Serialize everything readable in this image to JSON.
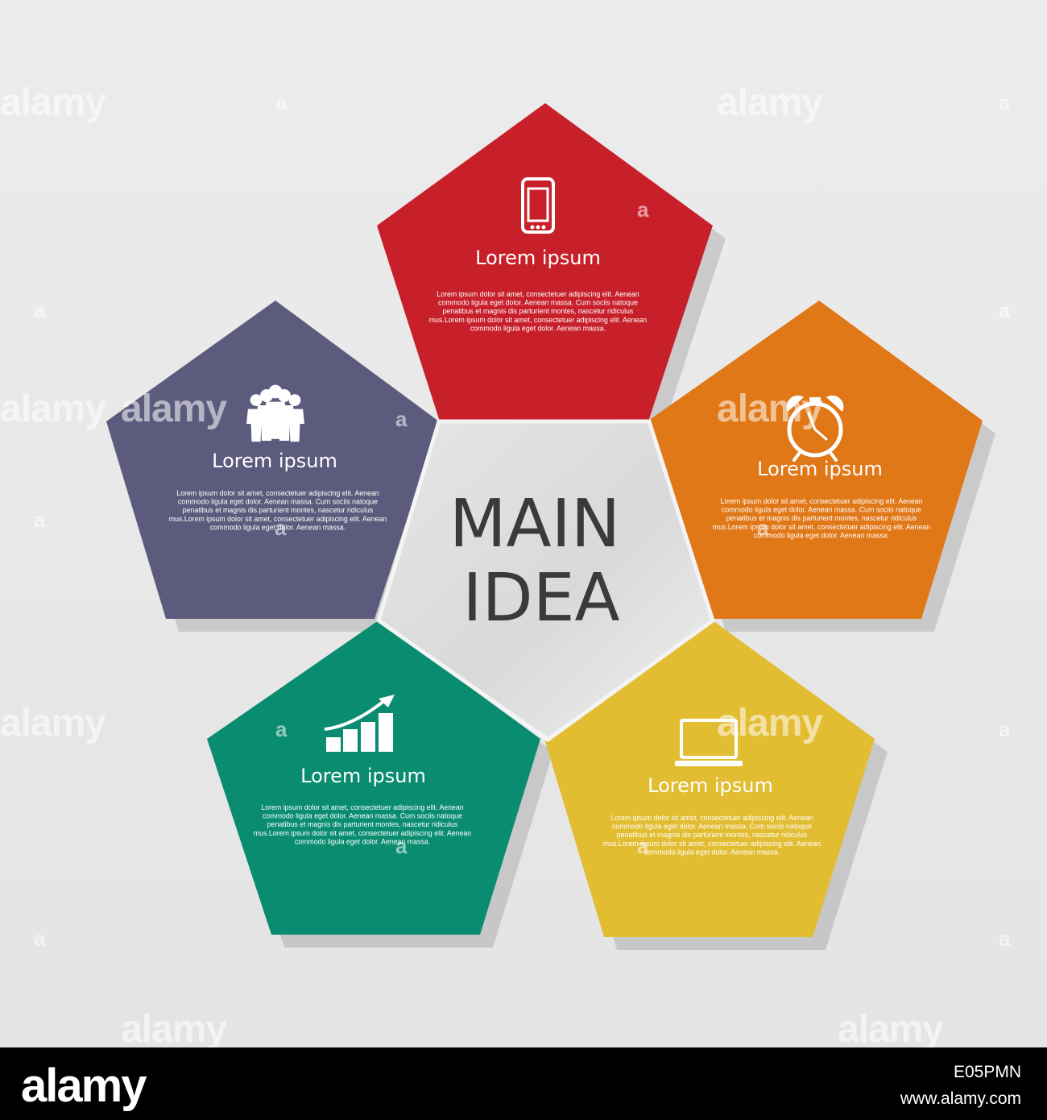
{
  "center": {
    "line1": "MAIN",
    "line2": "IDEA",
    "fill": "#dcdcdc",
    "text_color": "#3a3a3a"
  },
  "petals": [
    {
      "id": "top",
      "color": "#c8202a",
      "icon": "smartphone-icon",
      "title": "Lorem ipsum",
      "body": [
        "Lorem ipsum dolor sit amet, consectetuer adipiscing elit. Aenean",
        "commodo ligula eget dolor. Aenean massa. Cum sociis natoque",
        "penatibus et magnis dis parturient montes, nascetur ridiculus",
        "mus.Lorem ipsum dolor sit amet, consectetuer adipiscing elit. Aenean",
        "commodo ligula eget dolor. Aenean massa."
      ]
    },
    {
      "id": "right",
      "color": "#e07818",
      "icon": "alarm-clock-icon",
      "title": "Lorem ipsum",
      "body": [
        "Lorem ipsum dolor sit amet, consectetuer adipiscing elit. Aenean",
        "commodo ligula eget dolor. Aenean massa. Cum sociis natoque",
        "penatibus et magnis dis parturient montes, nascetur ridiculus",
        "mus.Lorem ipsum dolor sit amet, consectetuer adipiscing elit. Aenean",
        "commodo ligula eget dolor. Aenean massa."
      ]
    },
    {
      "id": "bottom-right",
      "color": "#e2bd32",
      "icon": "laptop-icon",
      "title": "Lorem ipsum",
      "body": [
        "Lorem ipsum dolor sit amet, consectetuer adipiscing elit. Aenean",
        "commodo ligula eget dolor. Aenean massa. Cum sociis natoque",
        "penatibus et magnis dis parturient montes, nascetur ridiculus",
        "mus.Lorem ipsum dolor sit amet, consectetuer adipiscing elit. Aenean",
        "commodo ligula eget dolor. Aenean massa."
      ]
    },
    {
      "id": "bottom-left",
      "color": "#098c70",
      "icon": "growth-chart-icon",
      "title": "Lorem ipsum",
      "body": [
        "Lorem ipsum dolor sit amet, consectetuer adipiscing elit. Aenean",
        "commodo ligula eget dolor. Aenean massa. Cum sociis natoque",
        "penatibus et magnis dis parturient montes, nascetur ridiculus",
        "mus.Lorem ipsum dolor sit amet, consectetuer adipiscing elit. Aenean",
        "commodo ligula eget dolor. Aenean massa."
      ]
    },
    {
      "id": "left",
      "color": "#5d5b7d",
      "icon": "team-people-icon",
      "title": "Lorem ipsum",
      "body": [
        "Lorem ipsum dolor sit amet, consectetuer adipiscing elit. Aenean",
        "commodo ligula eget dolor. Aenean massa. Cum sociis natoque",
        "penatibus et magnis dis parturient montes, nascetur ridiculus",
        "mus.Lorem ipsum dolor sit amet, consectetuer adipiscing elit. Aenean",
        "commodo ligula eget dolor. Aenean massa."
      ]
    }
  ],
  "watermark": {
    "text": "alamy",
    "letter": "a"
  },
  "footer": {
    "logo": "alamy",
    "image_id": "E05PMN",
    "site": "www.alamy.com"
  }
}
